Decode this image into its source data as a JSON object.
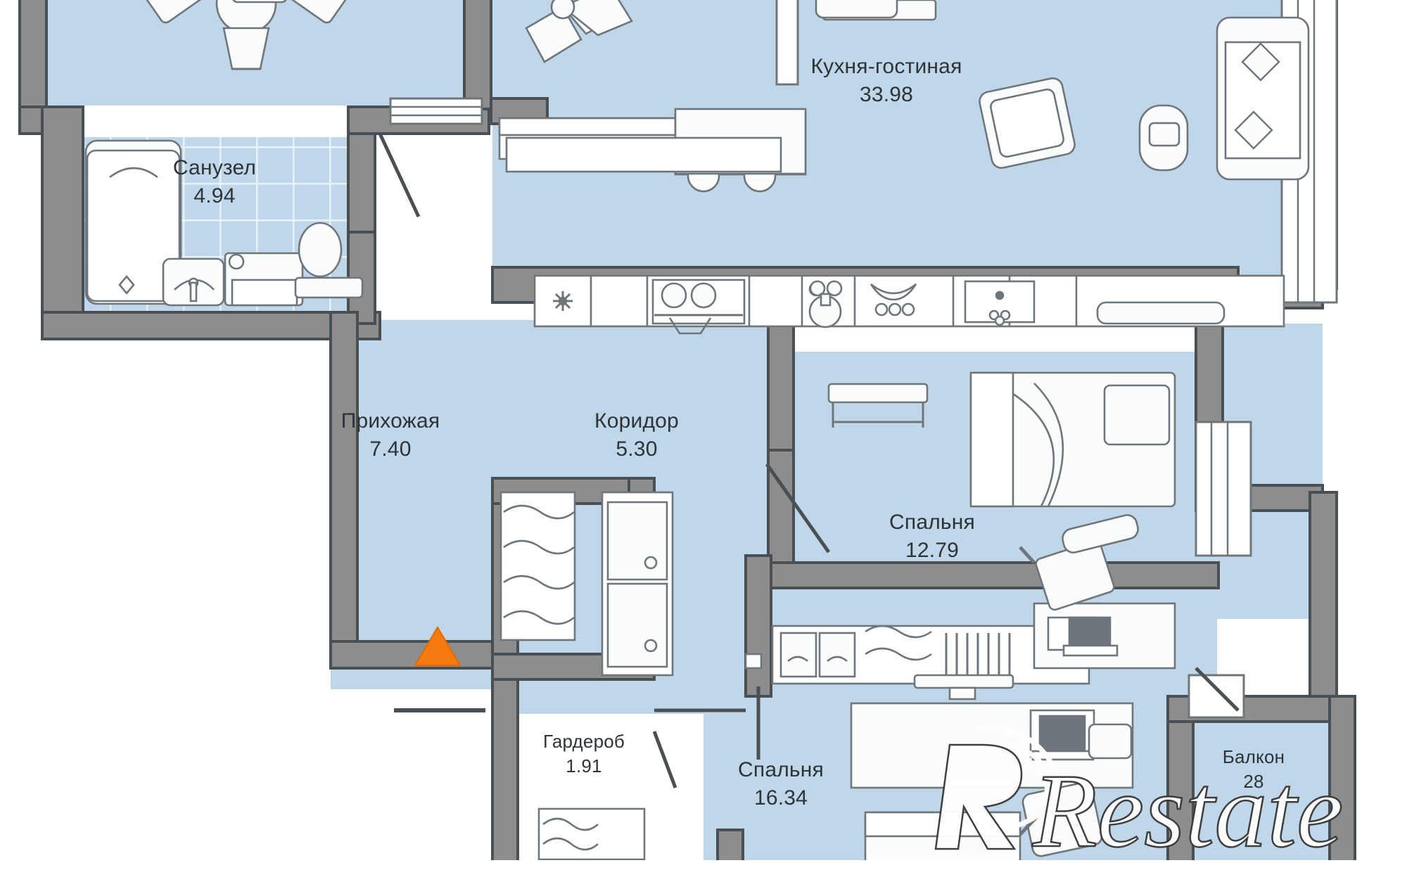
{
  "plan": {
    "type": "apartment-floor-plan",
    "language": "ru",
    "unit": "m2",
    "colors": {
      "floor_fill": "#bfd7e8",
      "wall_fill": "#8d8d8d",
      "wall_stroke": "#4a4f54",
      "furniture_fill": "#fbfcfc",
      "furniture_stroke": "#6e767c",
      "text": "#2d3338",
      "entrance_marker": "#f57b10",
      "background": "#ffffff"
    },
    "rooms": [
      {
        "id": "kitchen-living",
        "name": "Кухня-гостиная",
        "area": "33.98"
      },
      {
        "id": "bathroom",
        "name": "Санузел",
        "area": "4.94"
      },
      {
        "id": "entrance-hall",
        "name": "Прихожая",
        "area": "7.40"
      },
      {
        "id": "corridor",
        "name": "Коридор",
        "area": "5.30"
      },
      {
        "id": "bedroom-small",
        "name": "Спальня",
        "area": "12.79"
      },
      {
        "id": "bedroom-large",
        "name": "Спальня",
        "area": "16.34"
      },
      {
        "id": "wardrobe",
        "name": "Гардероб",
        "area": "1.91"
      },
      {
        "id": "balcony",
        "name": "Балкон",
        "area": "28"
      }
    ],
    "markers": [
      {
        "id": "entrance",
        "shape": "triangle",
        "color": "#f57b10"
      }
    ],
    "watermark": {
      "text": "Restate"
    }
  }
}
